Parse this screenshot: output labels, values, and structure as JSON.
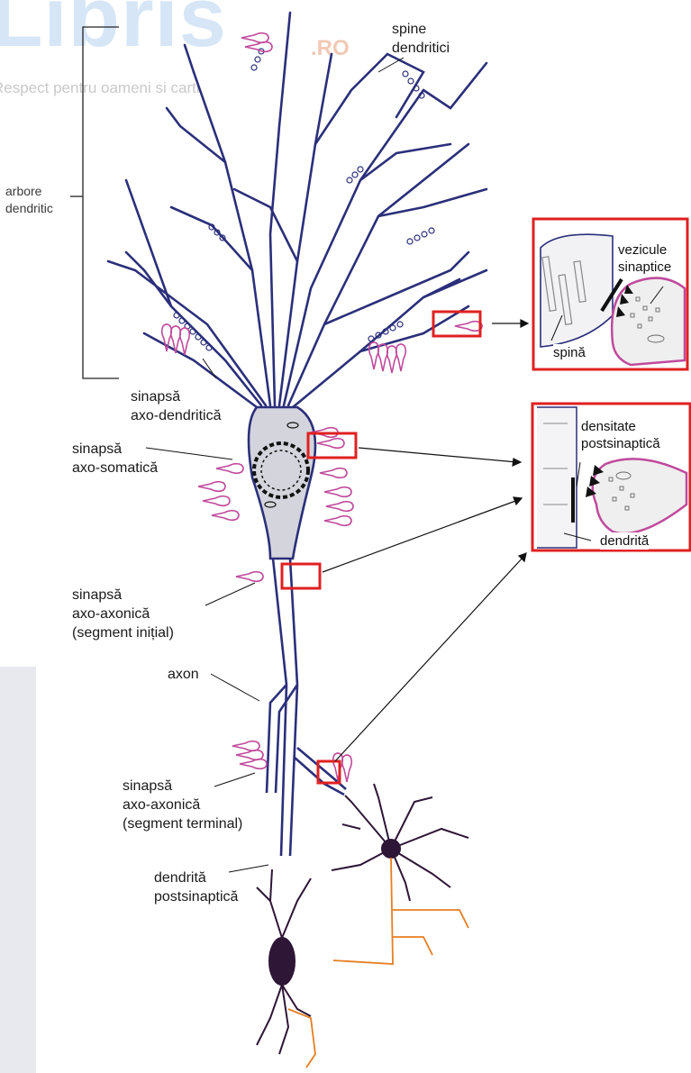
{
  "watermark": {
    "brand": "Libris",
    "suffix": ".RO",
    "tagline": "Respect pentru oameni si carti"
  },
  "colors": {
    "neuron": "#2b2f7a",
    "synapse": "#c04a9c",
    "highlight": "#e02020",
    "dark_neuron": "#2e1636",
    "orange": "#e67e22"
  },
  "labels": {
    "spine_dendritici_1": "spine",
    "spine_dendritici_2": "dendritici",
    "arbore_1": "arbore",
    "arbore_2": "dendritic",
    "axo_dendritica_1": "sinapsă",
    "axo_dendritica_2": "axo-dendritică",
    "axo_somatica_1": "sinapsă",
    "axo_somatica_2": "axo-somatică",
    "axo_axonica_initial_1": "sinapsă",
    "axo_axonica_initial_2": "axo-axonică",
    "axo_axonica_initial_3": "(segment inițial)",
    "axon": "axon",
    "axo_axonica_terminal_1": "sinapsă",
    "axo_axonica_terminal_2": "axo-axonică",
    "axo_axonica_terminal_3": "(segment terminal)",
    "dendrita_post_1": "dendrită",
    "dendrita_post_2": "postsinaptică"
  },
  "inset_top": {
    "vesicles_1": "vezicule",
    "vesicles_2": "sinaptice",
    "spine": "spină"
  },
  "inset_bottom": {
    "density_1": "densitate",
    "density_2": "postsinaptică",
    "dendrite": "dendrită"
  }
}
